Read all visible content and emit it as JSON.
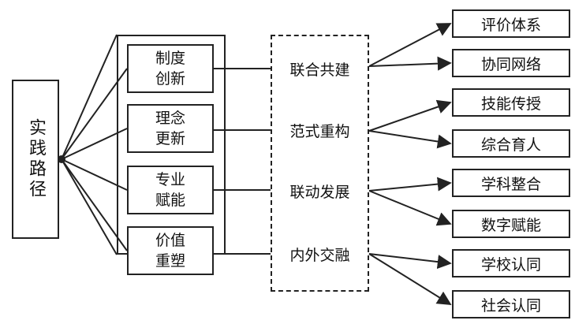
{
  "root": {
    "label": "实践路径"
  },
  "dimensions": [
    {
      "lines": [
        "制度",
        "创新"
      ]
    },
    {
      "lines": [
        "理念",
        "更新"
      ]
    },
    {
      "lines": [
        "专业",
        "赋能"
      ]
    },
    {
      "lines": [
        "价值",
        "重塑"
      ]
    }
  ],
  "strategies": [
    {
      "label": "联合共建",
      "targets": [
        "评价体系",
        "协同网络"
      ]
    },
    {
      "label": "范式重构",
      "targets": [
        "技能传授",
        "综合育人"
      ]
    },
    {
      "label": "联动发展",
      "targets": [
        "学科整合",
        "数字赋能"
      ]
    },
    {
      "label": "内外交融",
      "targets": [
        "学校认同",
        "社会认同"
      ]
    }
  ]
}
